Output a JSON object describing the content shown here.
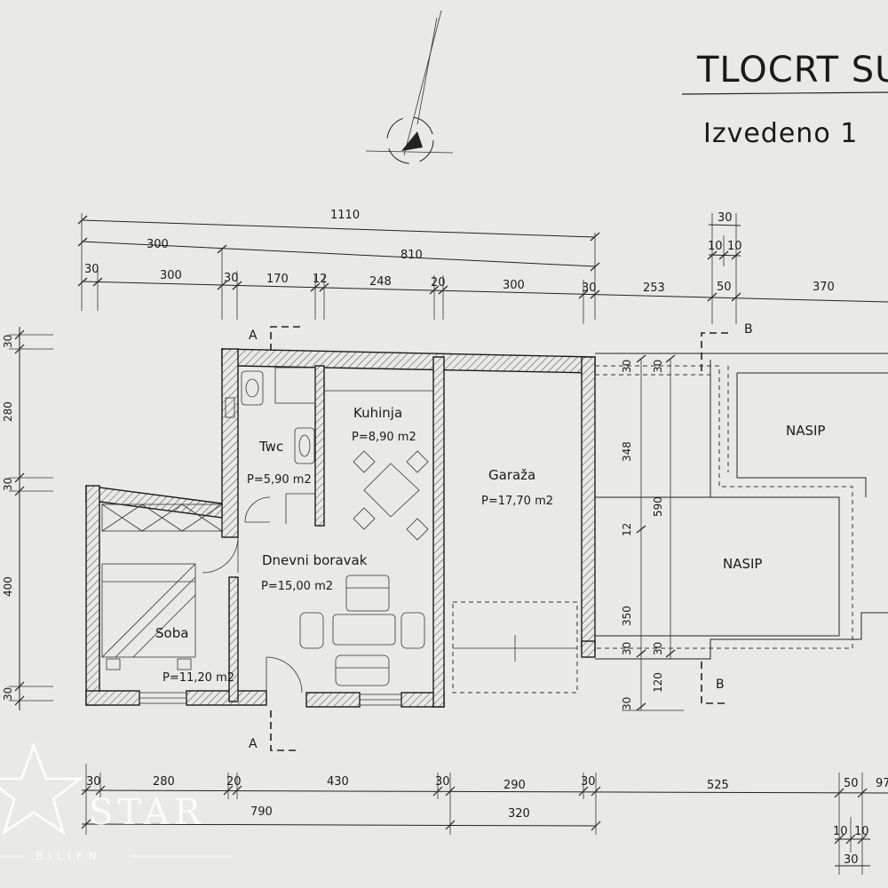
{
  "title": {
    "main": "TLOCRT SU",
    "sub": "Izvedeno 1"
  },
  "rooms": {
    "kuhinja": {
      "name": "Kuhinja",
      "area": "P=8,90 m2"
    },
    "twc": {
      "name": "Twc",
      "area": "P=5,90 m2"
    },
    "garaza": {
      "name": "Garaža",
      "area": "P=17,70 m2"
    },
    "dnevni": {
      "name": "Dnevni boravak",
      "area": "P=15,00 m2"
    },
    "soba": {
      "name": "Soba",
      "area": "P=11,20 m2"
    },
    "nasip1": {
      "name": "NASIP"
    },
    "nasip2": {
      "name": "NASIP"
    }
  },
  "sections": {
    "a_top": "A",
    "a_bottom": "A",
    "b_top": "B",
    "b_bottom": "B"
  },
  "top_dims": {
    "total": "1110",
    "row2": [
      "300",
      "810"
    ],
    "row3": [
      "30",
      "300",
      "30",
      "170",
      "12",
      "248",
      "20",
      "300",
      "30",
      "253",
      "50",
      "370"
    ],
    "right_stack": [
      "30",
      "10",
      "10"
    ]
  },
  "left_dims": [
    "30",
    "280",
    "30",
    "400",
    "30"
  ],
  "inner_dims": [
    "30",
    "30",
    "348",
    "590",
    "12",
    "350",
    "30",
    "30",
    "120",
    "30"
  ],
  "bottom_dims": {
    "row1": [
      "30",
      "280",
      "20",
      "430",
      "30",
      "290",
      "30",
      "525",
      "50",
      "97"
    ],
    "row2": [
      "790",
      "320"
    ],
    "row3": [
      "10",
      "10",
      "30"
    ]
  },
  "watermark": {
    "brand": "STAR",
    "tagline": "BILIEN"
  }
}
